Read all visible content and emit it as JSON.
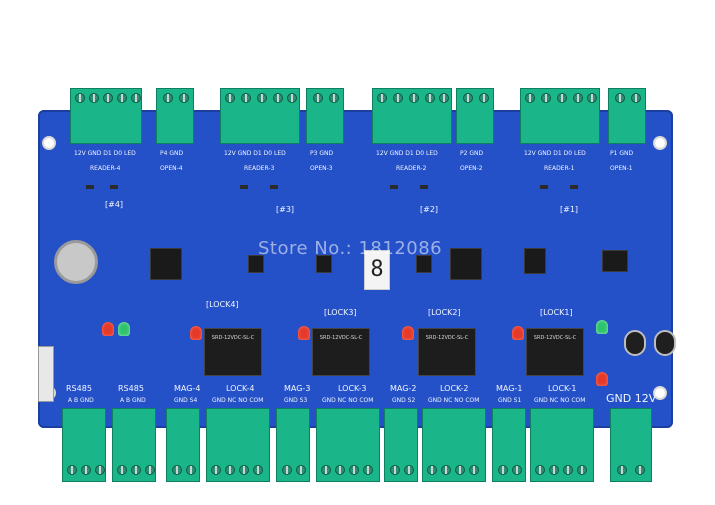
{
  "top_blocks": {
    "group4": {
      "reader_text": "READER-4",
      "reader_pins": "12V GND D1 D0 LED",
      "open_text": "OPEN-4",
      "open_pins": "P4 GND",
      "label": "[#4]"
    },
    "group3": {
      "reader_text": "READER-3",
      "reader_pins": "12V GND D1 D0 LED",
      "open_text": "OPEN-3",
      "open_pins": "P3 GND",
      "label": "[#3]"
    },
    "group2": {
      "reader_text": "READER-2",
      "reader_pins": "12V GND D1 D0 LED",
      "open_text": "OPEN-2",
      "open_pins": "P2 GND",
      "label": "[#2]"
    },
    "group1": {
      "reader_text": "READER-1",
      "reader_pins": "12V GND D1 D0 LED",
      "open_text": "OPEN-1",
      "open_pins": "P1 GND",
      "label": "[#1]"
    }
  },
  "middle": {
    "watermark": "Store No.: 1812086",
    "seg_digit": "8",
    "lock4": "[LOCK4]",
    "lock3": "[LOCK3]",
    "lock2": "[LOCK2]",
    "lock1": "[LOCK1]",
    "relay_text": "SRD-12VDC-SL-C"
  },
  "bottom_labels": {
    "rs485_a": {
      "title": "RS485",
      "pins": "A B GND"
    },
    "rs485_b": {
      "title": "RS485",
      "pins": "A B GND"
    },
    "mag4": {
      "title": "MAG-4",
      "pins": "GND S4"
    },
    "lock4": {
      "title": "LOCK-4",
      "pins": "GND NC NO COM"
    },
    "mag3": {
      "title": "MAG-3",
      "pins": "GND S3"
    },
    "lock3": {
      "title": "LOCK-3",
      "pins": "GND NC NO COM"
    },
    "mag2": {
      "title": "MAG-2",
      "pins": "GND S2"
    },
    "lock2": {
      "title": "LOCK-2",
      "pins": "GND NC NO COM"
    },
    "mag1": {
      "title": "MAG-1",
      "pins": "GND S1"
    },
    "lock1": {
      "title": "LOCK-1",
      "pins": "GND NC NO COM"
    },
    "power": {
      "title": "GND 12V"
    }
  }
}
